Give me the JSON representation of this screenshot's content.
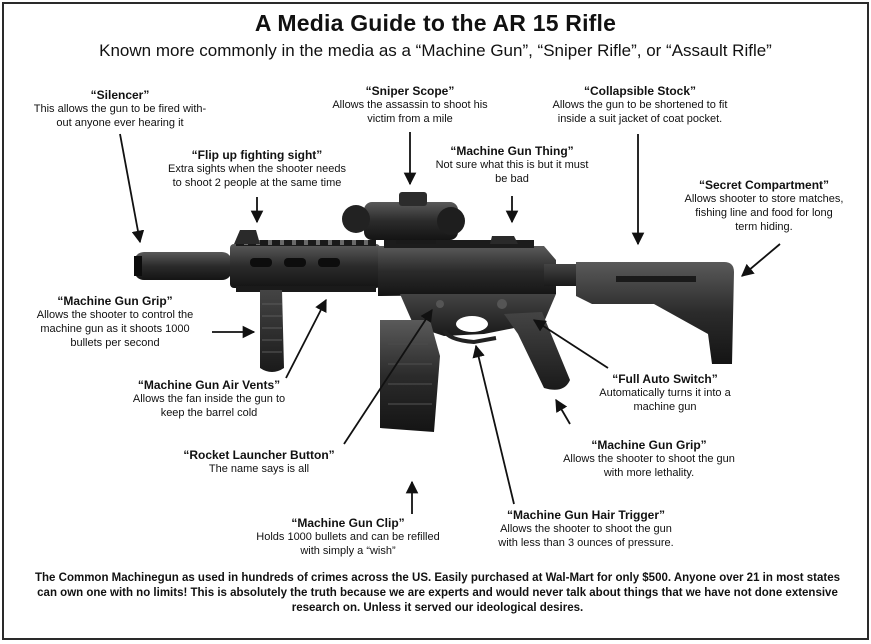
{
  "header": {
    "title": "A Media Guide to the AR 15 Rifle",
    "subtitle": "Known more commonly in the media as a “Machine Gun”, “Sniper Rifle”, or “Assault Rifle”"
  },
  "annotations": {
    "silencer": {
      "heading": "“Silencer”",
      "desc": "This allows the gun to be fired with-\nout anyone ever hearing it"
    },
    "sniper_scope": {
      "heading": "“Sniper Scope”",
      "desc": "Allows the assassin to shoot his\nvictim from a mile"
    },
    "collapsible_stock": {
      "heading": "“Collapsible Stock”",
      "desc": "Allows the gun to be shortened  to fit\ninside a suit jacket of coat pocket."
    },
    "flip_up_sight": {
      "heading": "“Flip up fighting sight”",
      "desc": "Extra sights when the shooter needs\nto shoot 2 people at the same time"
    },
    "machine_gun_thing": {
      "heading": "“Machine Gun Thing”",
      "desc": "Not sure what this is but it must\nbe bad"
    },
    "secret_compartment": {
      "heading": "“Secret Compartment”",
      "desc": "Allows shooter to store matches,\nfishing line and food for long\nterm hiding."
    },
    "grip_left": {
      "heading": "“Machine Gun Grip”",
      "desc": "Allows the shooter to control the\nmachine gun as it shoots 1000\nbullets per second"
    },
    "air_vents": {
      "heading": "“Machine Gun Air Vents”",
      "desc": "Allows the fan inside the gun to\nkeep the barrel cold"
    },
    "full_auto": {
      "heading": "“Full Auto Switch”",
      "desc": "Automatically turns it into a\nmachine gun"
    },
    "rocket_button": {
      "heading": "“Rocket Launcher Button”",
      "desc": "The name says is all"
    },
    "grip_right": {
      "heading": "“Machine Gun Grip”",
      "desc": "Allows the shooter to shoot the gun\nwith more lethality."
    },
    "hair_trigger": {
      "heading": "“Machine Gun Hair Trigger”",
      "desc": "Allows the shooter to shoot the gun\nwith less than 3 ounces of pressure."
    },
    "clip": {
      "heading": "“Machine Gun Clip”",
      "desc": "Holds 1000 bullets and can be refilled\nwith simply a “wish”"
    }
  },
  "footer": {
    "text": "The Common Machinegun as used in hundreds of crimes across the US.  Easily purchased at Wal-Mart for only $500.  Anyone over 21 in most states can own one with no limits!  This is absolutely the truth because we are experts and would never talk about things that we have not done extensive research on.  Unless it served our ideological desires."
  }
}
